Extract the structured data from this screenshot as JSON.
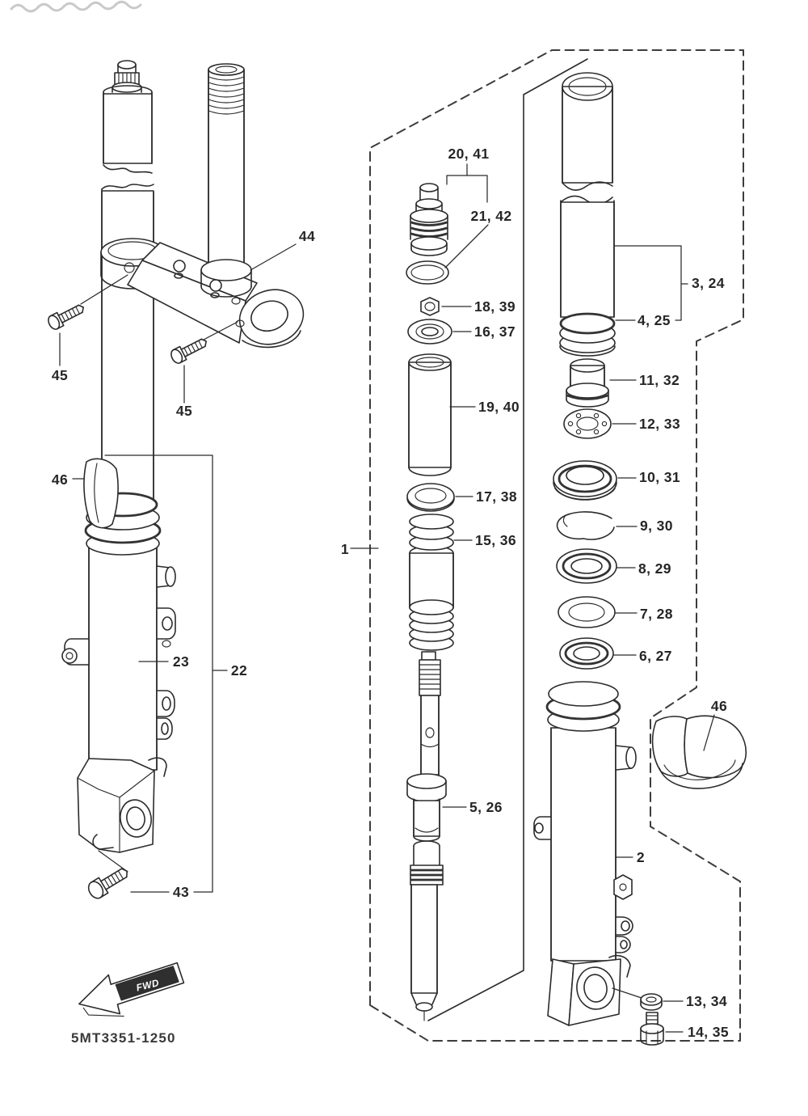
{
  "diagram": {
    "sheet_code": "5MT3351-1250",
    "fwd_label": "FWD",
    "line_color": "#2b2b2b",
    "background_color": "#ffffff",
    "labels": {
      "assembly": "1",
      "outer_tube_right": "2",
      "inner_tube": "3, 24",
      "tube_bushing": "4, 25",
      "damper_rod": "5, 26",
      "dust_seal": "6, 27",
      "seal_washer": "7, 28",
      "oil_seal": "8, 29",
      "stopper_ring": "9, 30",
      "slide_bushing": "10, 31",
      "oil_lock_piece": "11, 32",
      "lock_washer": "12, 33",
      "axle_washer": "13, 34",
      "axle_bolt": "14, 35",
      "fork_spring": "15, 36",
      "spring_washer": "16, 37",
      "spring_seat": "17, 38",
      "rod_nut": "18, 39",
      "spacer": "19, 40",
      "cap_bolt": "20, 41",
      "cap_o_ring": "21, 42",
      "outer_tube_left": "22",
      "outer_tube_casting": "23",
      "pinch_bolt_lower": "43",
      "under_bracket": "44",
      "bracket_bolt_left": "45",
      "bracket_bolt_right": "45",
      "protector_left": "46",
      "protector_right": "46"
    }
  }
}
